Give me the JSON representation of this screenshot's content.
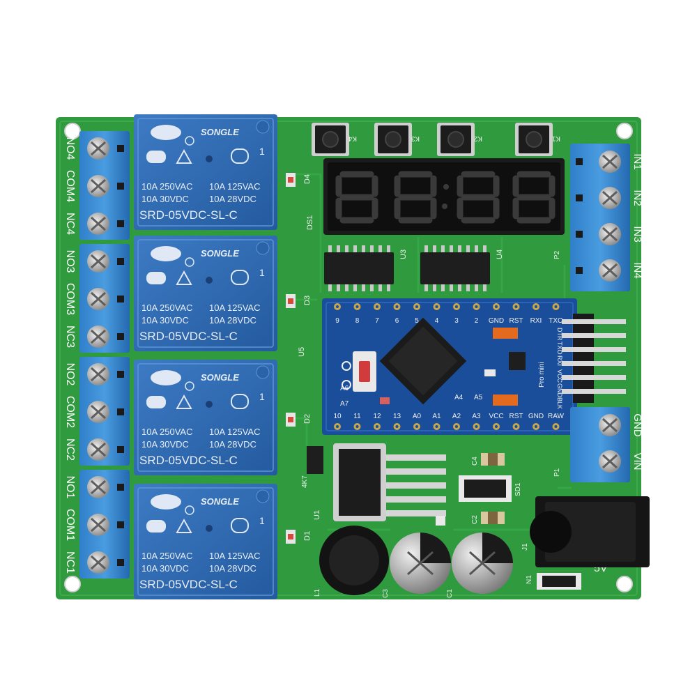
{
  "relays": [
    {
      "brand": "SONGLE",
      "rating_1": "10A 250VAC",
      "rating_2": "10A 125VAC",
      "rating_3": "10A 30VDC",
      "rating_4": "10A 28VDC",
      "model": "SRD-05VDC-SL-C",
      "pin": "1"
    },
    {
      "brand": "SONGLE",
      "rating_1": "10A 250VAC",
      "rating_2": "10A 125VAC",
      "rating_3": "10A 30VDC",
      "rating_4": "10A 28VDC",
      "model": "SRD-05VDC-SL-C",
      "pin": "1"
    },
    {
      "brand": "SONGLE",
      "rating_1": "10A 250VAC",
      "rating_2": "10A 125VAC",
      "rating_3": "10A 30VDC",
      "rating_4": "10A 28VDC",
      "model": "SRD-05VDC-SL-C",
      "pin": "1"
    },
    {
      "brand": "SONGLE",
      "rating_1": "10A 250VAC",
      "rating_2": "10A 125VAC",
      "rating_3": "10A 30VDC",
      "rating_4": "10A 28VDC",
      "model": "SRD-05VDC-SL-C",
      "pin": "1"
    }
  ],
  "left_terminal_labels": [
    "NO4",
    "COM4",
    "NC4",
    "NO3",
    "COM3",
    "NC3",
    "NO2",
    "COM2",
    "NC2",
    "NO1",
    "COM1",
    "NC1"
  ],
  "right_input_labels": [
    "IN1",
    "IN2",
    "IN3",
    "IN4"
  ],
  "power_labels": [
    "GND",
    "VIN"
  ],
  "buttons": [
    "K4",
    "K3",
    "K2",
    "K1"
  ],
  "leds": [
    "D4",
    "D3",
    "D2",
    "D1"
  ],
  "display_label": "DS1",
  "ic_labels": [
    "U3",
    "U4",
    "U5",
    "U1"
  ],
  "connector_labels": {
    "p2": "P2",
    "p1": "P1",
    "j1": "J1",
    "sd1": "SD1",
    "c1": "C1",
    "c2": "C2",
    "c3": "C3",
    "c4": "C4",
    "l1": "L1",
    "resistor": "4K7",
    "n1": "N1",
    "voltage": "5V"
  },
  "arduino": {
    "top_pins": [
      "9",
      "8",
      "7",
      "6",
      "5",
      "4",
      "3",
      "2",
      "GND",
      "RST",
      "RXI",
      "TXO"
    ],
    "bottom_pins": [
      "10",
      "11",
      "12",
      "13",
      "A0",
      "A1",
      "A2",
      "A3",
      "VCC",
      "RST",
      "GND",
      "RAW"
    ],
    "mid_labels": [
      "A4",
      "A5",
      "A7",
      "A6"
    ],
    "side_labels": [
      "DTR",
      "TXO",
      "RXI",
      "VCC",
      "GND",
      "BLK"
    ],
    "board_name": "Pro mini"
  }
}
